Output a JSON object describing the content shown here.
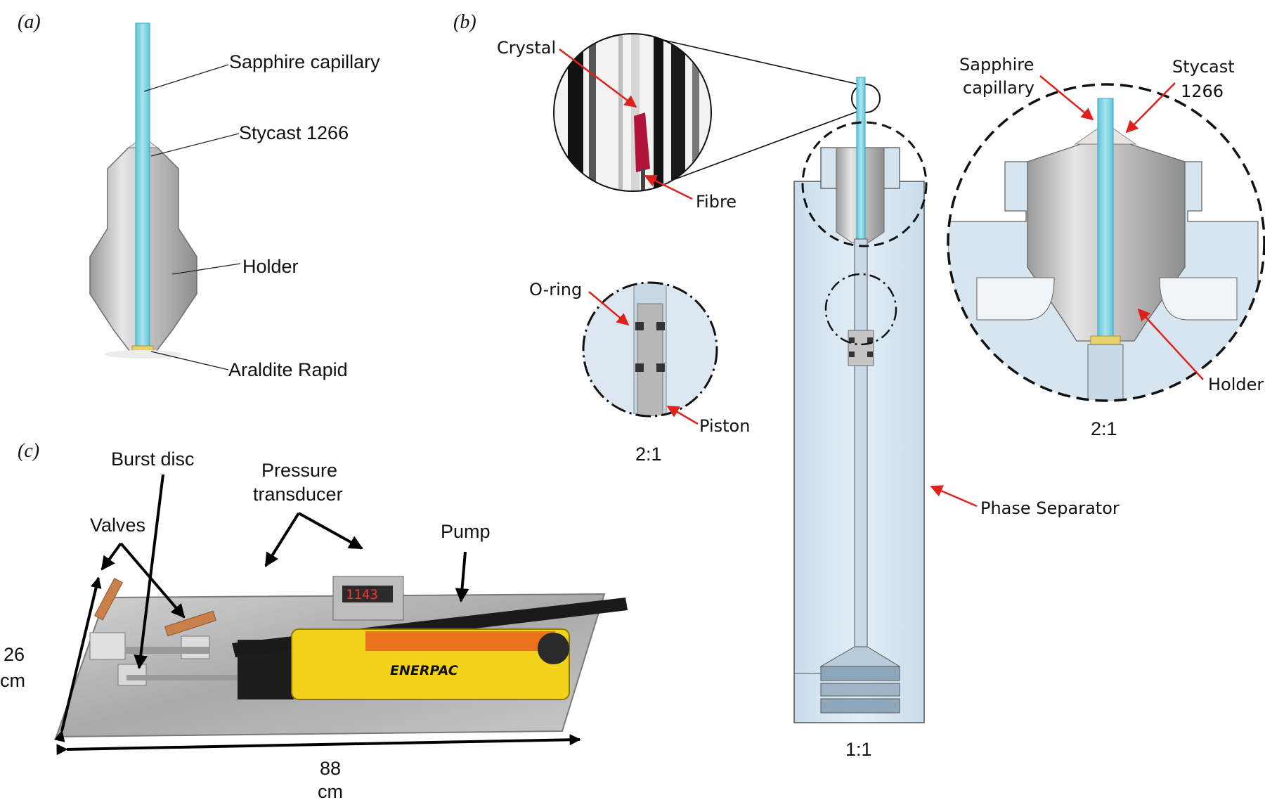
{
  "panels": {
    "a": "(a)",
    "b": "(b)",
    "c": "(c)"
  },
  "panel_a": {
    "sapphire_capillary": "Sapphire capillary",
    "stycast": "Stycast 1266",
    "holder": "Holder",
    "araldite": "Araldite Rapid"
  },
  "panel_b": {
    "crystal": "Crystal",
    "fibre": "Fibre",
    "oring": "O-ring",
    "piston": "Piston",
    "scale_small": "2:1",
    "sapphire_l1": "Sapphire",
    "sapphire_l2": "capillary",
    "stycast_l1": "Stycast",
    "stycast_l2": "1266",
    "holder": "Holder",
    "scale_large": "2:1",
    "phase_separator": "Phase Separator",
    "scale_full": "1:1"
  },
  "panel_c": {
    "burst_disc": "Burst disc",
    "pressure_l1": "Pressure",
    "pressure_l2": "transducer",
    "valves": "Valves",
    "pump": "Pump",
    "height_value": "26",
    "height_unit": "cm",
    "width_value": "88",
    "width_unit": "cm",
    "display_reading": "1143",
    "pump_brand": "ENERPAC"
  },
  "colors": {
    "capillary": "#7fd3e3",
    "metal_grey": "#c4c4c4",
    "separator_blue": "#dbe8f2",
    "arrow_red": "#e0201b",
    "pump_yellow": "#f2d21b"
  }
}
